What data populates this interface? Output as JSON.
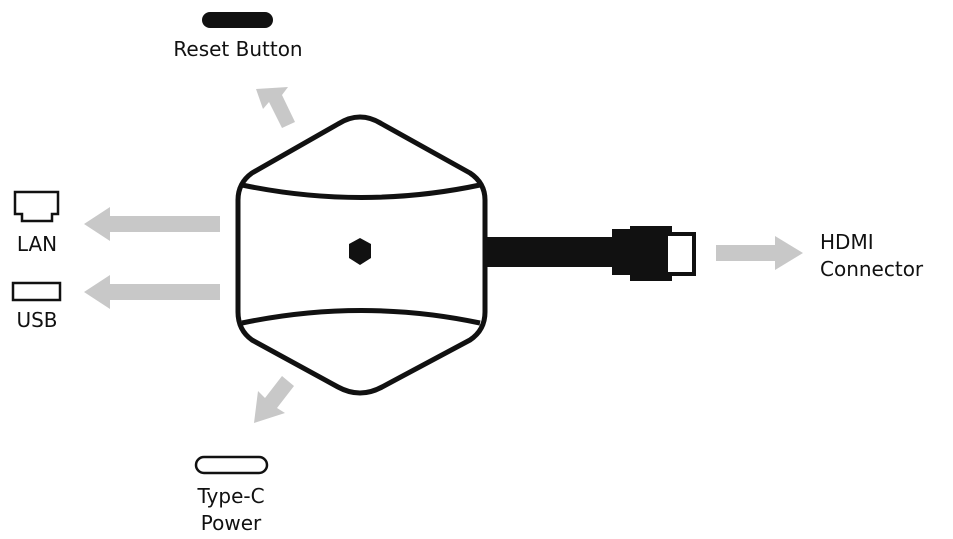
{
  "labels": {
    "reset": "Reset Button",
    "lan": "LAN",
    "usb": "USB",
    "typec_line1": "Type-C",
    "typec_line2": "Power",
    "hdmi_line1": "HDMI",
    "hdmi_line2": "Connector"
  },
  "icons": [
    "reset-button-icon",
    "lan-port-icon",
    "usb-port-icon",
    "type-c-port-icon",
    "hdmi-plug-icon",
    "hub-body-icon"
  ],
  "colors": {
    "stroke": "#000000",
    "arrow": "#c8c8c8",
    "background": "#ffffff"
  }
}
